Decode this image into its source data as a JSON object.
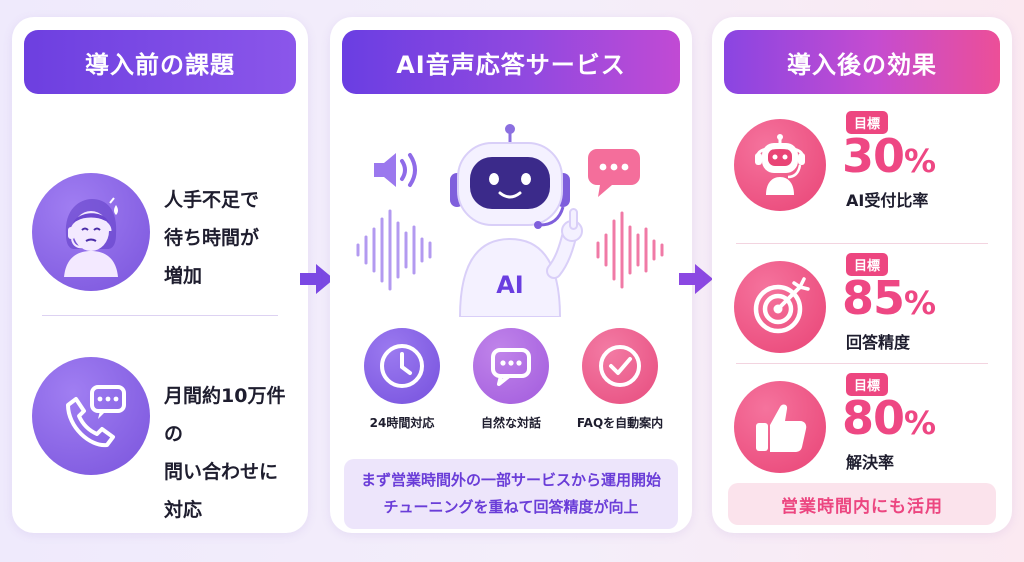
{
  "before": {
    "title": "導入前の課題",
    "items": [
      {
        "lines": [
          "人手不足で",
          "待ち時間が",
          "増加"
        ],
        "icon": "stressed-operator-icon"
      },
      {
        "lines": [
          "月間約10万件の",
          "問い合わせに",
          "対応"
        ],
        "icon": "phone-chat-icon"
      }
    ]
  },
  "service": {
    "title": "AI音声応答サービス",
    "robot_label": "AI",
    "features": [
      {
        "label": "24時間対応",
        "icon": "clock-icon"
      },
      {
        "label": "自然な対話",
        "icon": "chat-bubble-icon"
      },
      {
        "label": "FAQを自動案内",
        "icon": "check-icon"
      }
    ],
    "note_lines": [
      "まず営業時間外の一部サービスから運用開始",
      "チューニングを重ねて回答精度が向上"
    ]
  },
  "after": {
    "title": "導入後の効果",
    "badge": "目標",
    "metrics": [
      {
        "value": "30",
        "unit": "%",
        "label": "AI受付比率",
        "icon": "robot-headset-icon"
      },
      {
        "value": "85",
        "unit": "%",
        "label": "回答精度",
        "icon": "target-icon"
      },
      {
        "value": "80",
        "unit": "%",
        "label": "解決率",
        "icon": "thumbs-up-icon"
      }
    ],
    "footer": "営業時間内にも活用"
  },
  "colors": {
    "purple": "#6d3fe0",
    "pink": "#ee4783",
    "light_purple": "#ede5fb",
    "light_pink": "#fbe3ec"
  }
}
